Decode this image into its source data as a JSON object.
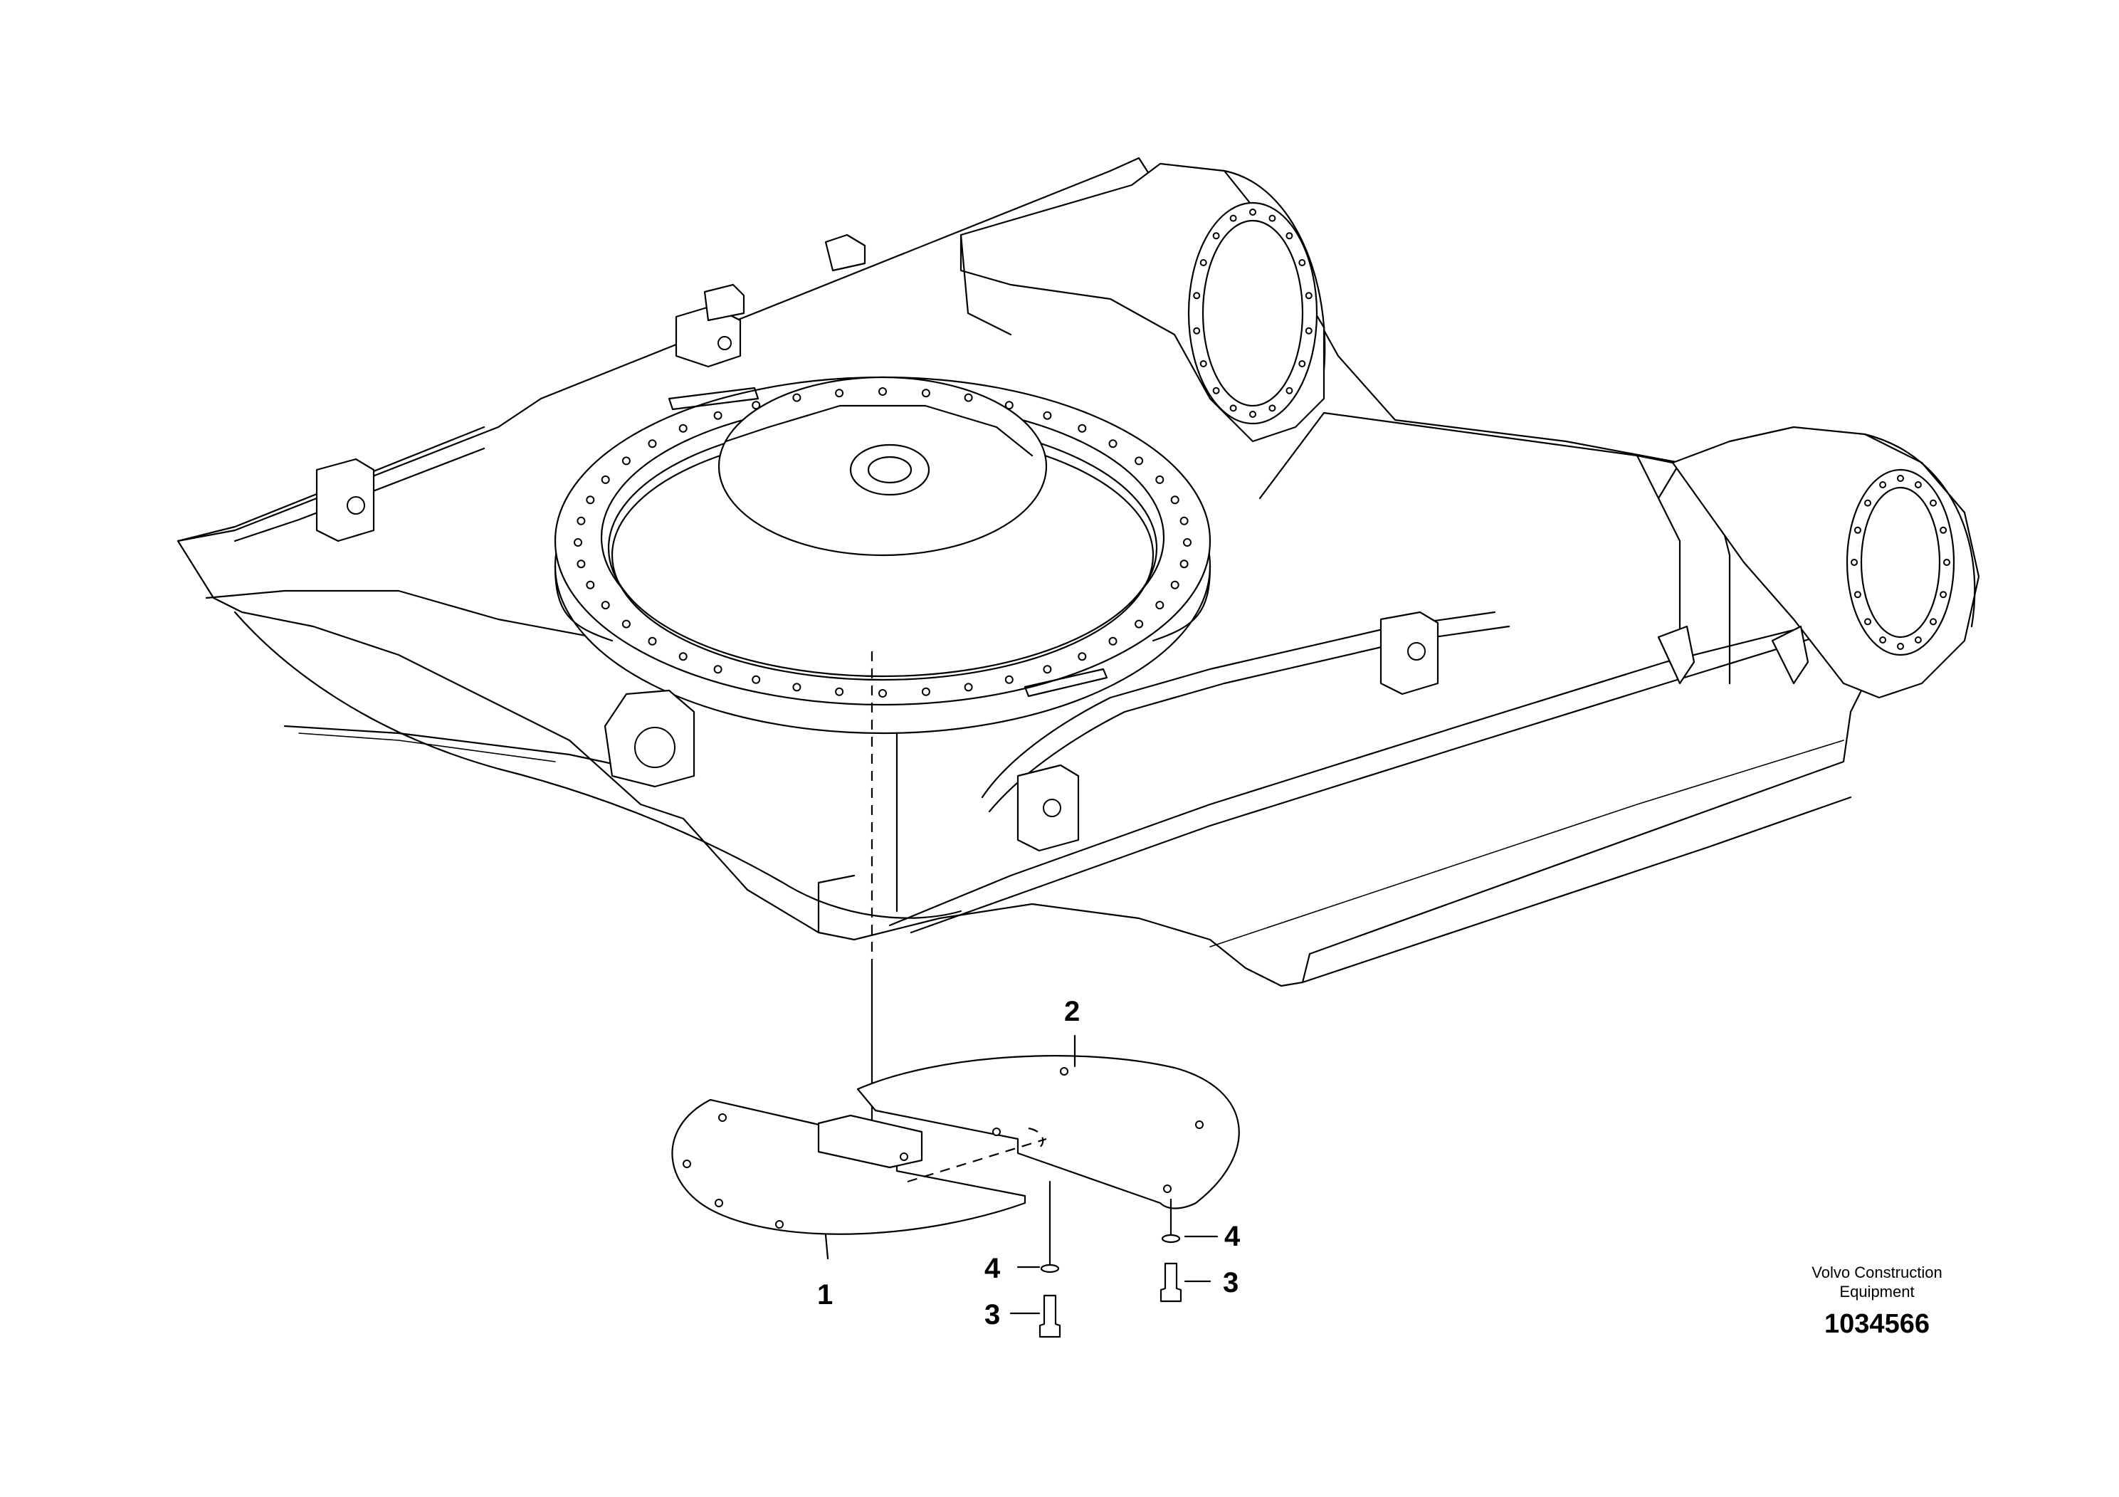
{
  "callouts": [
    {
      "number": "1",
      "part": "cover-plate-left"
    },
    {
      "number": "2",
      "part": "cover-plate-right"
    },
    {
      "number": "3",
      "part": "screw"
    },
    {
      "number": "4",
      "part": "washer"
    },
    {
      "number": "3",
      "part": "screw"
    },
    {
      "number": "4",
      "part": "washer"
    }
  ],
  "brand": {
    "line1": "Volvo Construction",
    "line2": "Equipment"
  },
  "drawing_number": "1034566"
}
